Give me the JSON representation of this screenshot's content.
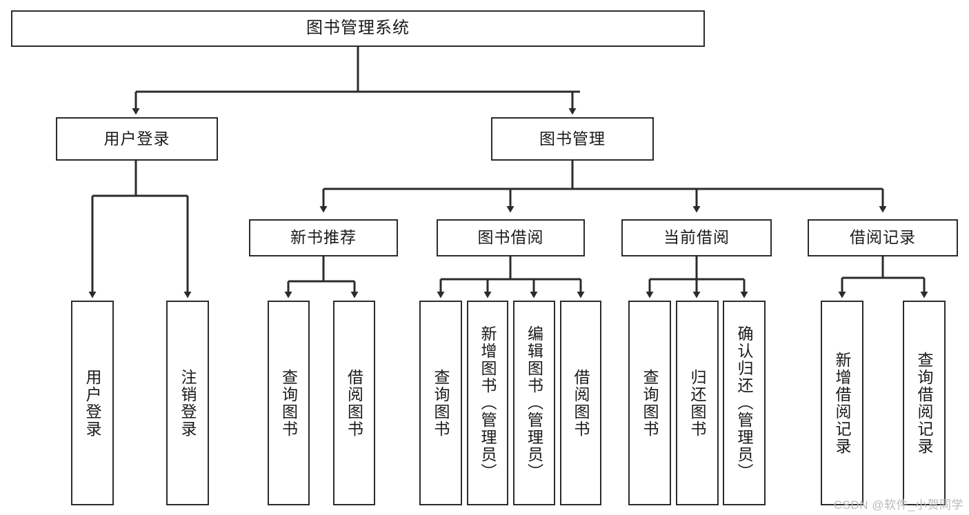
{
  "diagram": {
    "type": "hierarchy-tree",
    "title": "图书管理系统",
    "watermark": "CSDN @软件_小贺同学",
    "colors": {
      "stroke": "#2b2b2b",
      "fill": "#ffffff",
      "text": "#1a1a1a",
      "watermark": "#b9b9b9"
    },
    "nodes": {
      "root": "图书管理系统",
      "l2": {
        "user_login": "用户登录",
        "book_manage": "图书管理"
      },
      "l3": {
        "new_book_rec": "新书推荐",
        "book_borrow": "图书借阅",
        "current_borrow": "当前借阅",
        "borrow_record": "借阅记录"
      },
      "leaves": {
        "user_login_1": "用户登录",
        "user_login_2": "注销登录",
        "new_book_1": "查询图书",
        "new_book_2": "借阅图书",
        "borrow_1": "查询图书",
        "borrow_2": "新增图书（管理员）",
        "borrow_3": "编辑图书（管理员）",
        "borrow_4": "借阅图书",
        "current_1": "查询图书",
        "current_2": "归还图书",
        "current_3": "确认归还（管理员）",
        "record_1": "新增借阅记录",
        "record_2": "查询借阅记录"
      }
    }
  }
}
